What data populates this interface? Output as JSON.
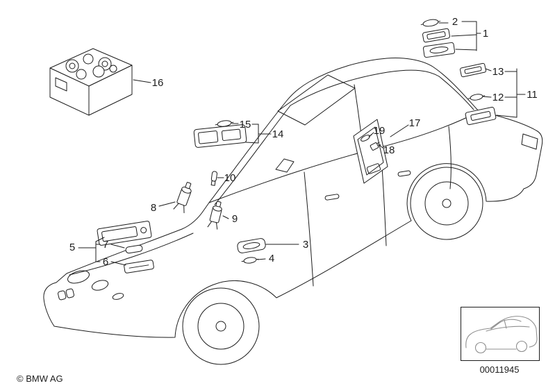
{
  "diagram": {
    "type": "exploded-parts-diagram",
    "callouts": [
      {
        "number": "1",
        "part": "interior-lamp-units"
      },
      {
        "number": "2",
        "part": "festoon-bulb"
      },
      {
        "number": "3",
        "part": "lamp-lens"
      },
      {
        "number": "4",
        "part": "festoon-bulb"
      },
      {
        "number": "5",
        "part": "lamp-assembly-group"
      },
      {
        "number": "6",
        "part": "lamp-lens"
      },
      {
        "number": "7",
        "part": "small-lens"
      },
      {
        "number": "8",
        "part": "bulb-socket"
      },
      {
        "number": "9",
        "part": "bulb-socket"
      },
      {
        "number": "10",
        "part": "small-bulb"
      },
      {
        "number": "11",
        "part": "lamp-housing"
      },
      {
        "number": "12",
        "part": "festoon-bulb"
      },
      {
        "number": "13",
        "part": "lamp-unit"
      },
      {
        "number": "14",
        "part": "interior-dome-lamp"
      },
      {
        "number": "15",
        "part": "festoon-bulb"
      },
      {
        "number": "16",
        "part": "bulb-kit-box"
      },
      {
        "number": "17",
        "part": "window-lamp-assembly"
      },
      {
        "number": "18",
        "part": "bulb-socket-small"
      },
      {
        "number": "19",
        "part": "small-bulb"
      }
    ],
    "footer": {
      "copyright": "© BMW AG",
      "diagram_number": "00011945"
    },
    "colors": {
      "line_color": "#1c1c1c",
      "background": "#ffffff",
      "thumbnail_line_color": "#8f8f8f"
    }
  }
}
